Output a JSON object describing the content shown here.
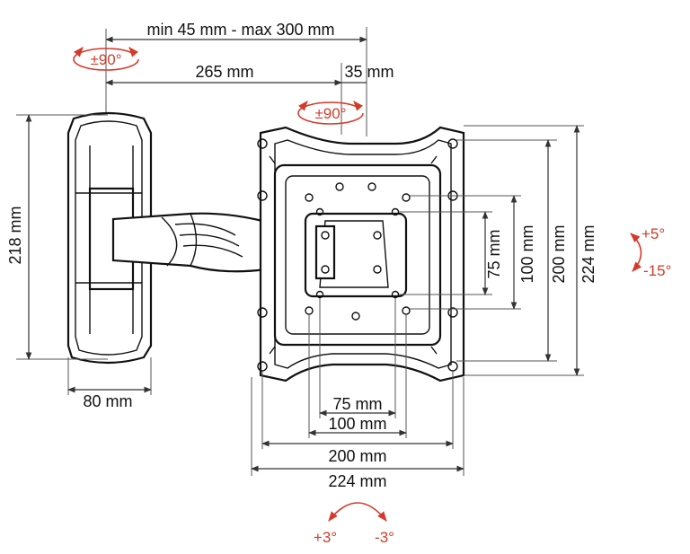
{
  "colors": {
    "line": "#111111",
    "dimension": "#333333",
    "rotation": "#d43a2a"
  },
  "dimensions": {
    "arm_range": "min 45 mm - max 300 mm",
    "arm_length": "265 mm",
    "arm_offset": "35 mm",
    "wall_plate_height": "218 mm",
    "wall_plate_width": "80 mm",
    "vesa_v_75": "75 mm",
    "vesa_v_100": "100 mm",
    "vesa_v_200": "200 mm",
    "plate_height": "224 mm",
    "vesa_h_75": "75 mm",
    "vesa_h_100": "100 mm",
    "vesa_h_200": "200 mm",
    "plate_width": "224 mm"
  },
  "rotations": {
    "wall_swivel": "±90°",
    "arm_swivel": "±90°",
    "tilt_up": "+5°",
    "tilt_down": "-15°",
    "level_plus": "+3°",
    "level_minus": "-3°"
  }
}
